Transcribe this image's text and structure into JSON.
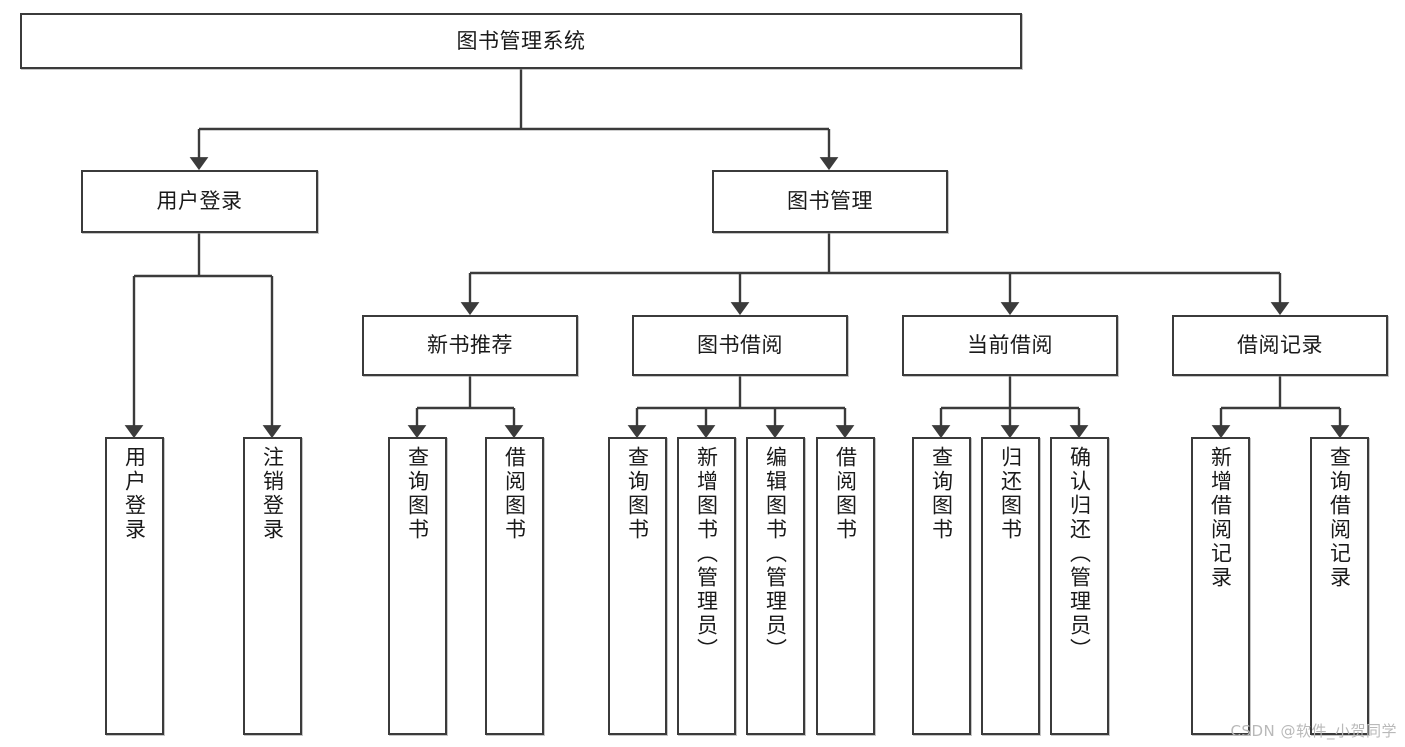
{
  "diagram": {
    "title": "图书管理系统",
    "type": "hierarchy-tree",
    "watermark": "CSDN @软件_小贺同学",
    "style": {
      "line_color": "#3b3b3b",
      "box_fill": "#ffffff",
      "text_color": "#1a1a1a",
      "watermark_color": "#b9b9b9"
    },
    "root": {
      "label": "图书管理系统"
    },
    "level2": [
      {
        "label": "用户登录"
      },
      {
        "label": "图书管理"
      }
    ],
    "level3": [
      {
        "label": "新书推荐"
      },
      {
        "label": "图书借阅"
      },
      {
        "label": "当前借阅"
      },
      {
        "label": "借阅记录"
      }
    ],
    "leaves": {
      "user_login": [
        {
          "label": "用户登录"
        },
        {
          "label": "注销登录"
        }
      ],
      "new_book_recommend": [
        {
          "label": "查询图书"
        },
        {
          "label": "借阅图书"
        }
      ],
      "book_borrow": [
        {
          "label": "查询图书"
        },
        {
          "label": "新增图书（管理员）"
        },
        {
          "label": "编辑图书（管理员）"
        },
        {
          "label": "借阅图书"
        }
      ],
      "current_borrow": [
        {
          "label": "查询图书"
        },
        {
          "label": "归还图书"
        },
        {
          "label": "确认归还（管理员）"
        }
      ],
      "borrow_record": [
        {
          "label": "新增借阅记录"
        },
        {
          "label": "查询借阅记录"
        }
      ]
    }
  }
}
